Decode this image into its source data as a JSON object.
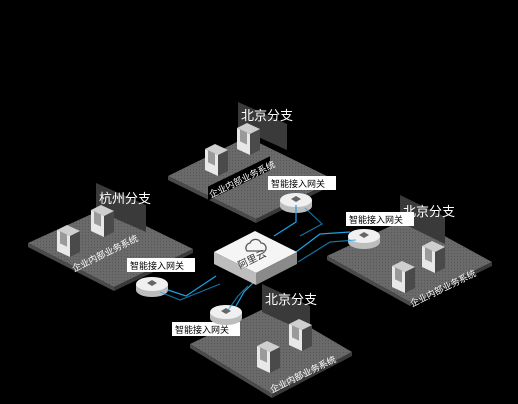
{
  "hub": {
    "label": "阿里云",
    "icon": "cloud-icon"
  },
  "branches": [
    {
      "id": "top",
      "name": "北京分支",
      "system_label": "企业内部业务系统",
      "gateway_label": "智能接入网关"
    },
    {
      "id": "left",
      "name": "杭州分支",
      "system_label": "企业内部业务系统",
      "gateway_label": "智能接入网关"
    },
    {
      "id": "right",
      "name": "北京分支",
      "system_label": "企业内部业务系统",
      "gateway_label": "智能接入网关"
    },
    {
      "id": "bottom",
      "name": "北京分支",
      "system_label": "企业内部业务系统",
      "gateway_label": "智能接入网关"
    }
  ],
  "colors": {
    "background": "#000000",
    "platform": "#6e6e6e",
    "link": "#1aa3e8",
    "hub": "#f5f5f5",
    "name_tag": "#3a3a3a"
  }
}
